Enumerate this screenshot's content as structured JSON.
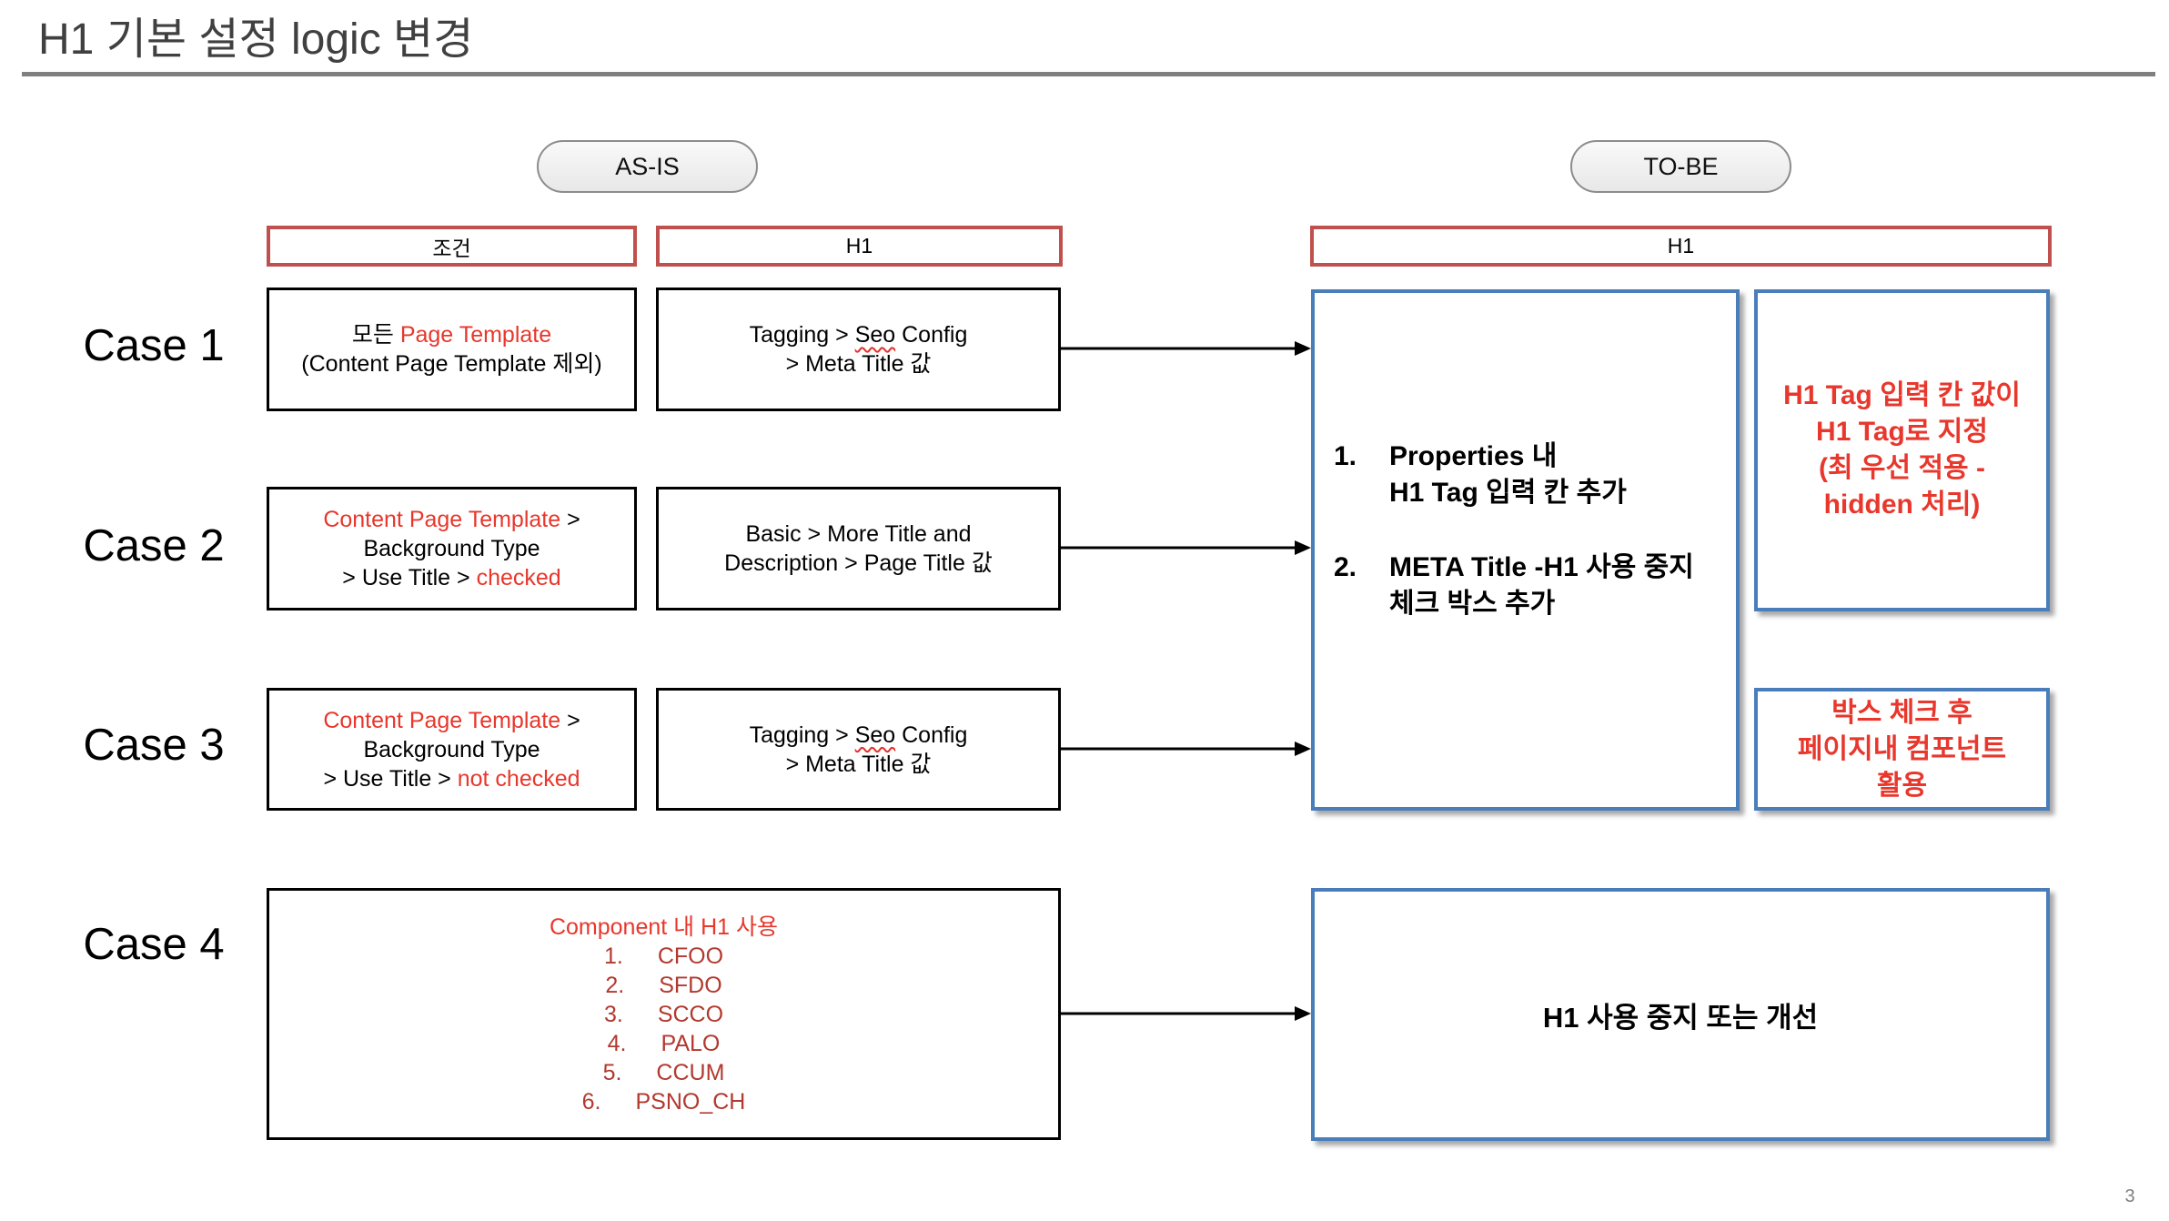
{
  "slide": {
    "title": "H1 기본 설정 logic 변경",
    "page_number": "3"
  },
  "colors": {
    "title_text": "#404040",
    "title_rule": "#7f7f7f",
    "header_border": "#c0504d",
    "emphasis_red": "#e8372c",
    "component_list_red": "#b2392f",
    "to_be_box_border": "#4a7ebb",
    "as_is_box_border": "#000000"
  },
  "as_is": {
    "label": "AS-IS",
    "header_condition": "조건",
    "header_h1": "H1"
  },
  "to_be": {
    "label": "TO-BE",
    "header_h1": "H1",
    "steps": [
      {
        "num": "1.",
        "lines": [
          "Properties 내",
          "H1 Tag 입력 칸 추가"
        ]
      },
      {
        "num": "2.",
        "lines": [
          "META Title -H1 사용 중지",
          "체크 박스 추가"
        ]
      }
    ],
    "note_properties": [
      "H1 Tag 입력 칸 값이",
      "H1 Tag로 지정",
      "(최 우선 적용 -",
      "hidden 처리)"
    ],
    "note_checkbox": [
      "박스 체크 후",
      "페이지내 컴포넌트",
      "활용"
    ],
    "case4_result": "H1 사용 중지 또는 개선"
  },
  "cases": [
    {
      "label": "Case 1",
      "condition": [
        [
          {
            "text": "모든 ",
            "emphasis": false
          },
          {
            "text": "Page Template",
            "emphasis": true
          }
        ],
        [
          {
            "text": "(Content Page Template 제외)",
            "emphasis": false
          }
        ]
      ],
      "h1_source": [
        [
          {
            "text": "Tagging > "
          },
          {
            "text": "Seo",
            "spellcheck_flag": true
          },
          {
            "text": " Config"
          }
        ],
        [
          {
            "text": "> Meta Title 값"
          }
        ]
      ]
    },
    {
      "label": "Case 2",
      "condition": [
        [
          {
            "text": "Content Page Template",
            "emphasis": true
          },
          {
            "text": " >",
            "emphasis": false
          }
        ],
        [
          {
            "text": "Background Type",
            "emphasis": false
          }
        ],
        [
          {
            "text": "> Use Title > ",
            "emphasis": false
          },
          {
            "text": "checked",
            "emphasis": true
          }
        ]
      ],
      "h1_source": [
        [
          {
            "text": "Basic > More Title and"
          }
        ],
        [
          {
            "text": "Description > Page Title 값"
          }
        ]
      ]
    },
    {
      "label": "Case 3",
      "condition": [
        [
          {
            "text": "Content Page Template",
            "emphasis": true
          },
          {
            "text": " >",
            "emphasis": false
          }
        ],
        [
          {
            "text": "Background Type",
            "emphasis": false
          }
        ],
        [
          {
            "text": "> Use Title > ",
            "emphasis": false
          },
          {
            "text": "not checked",
            "emphasis": true
          }
        ]
      ],
      "h1_source": [
        [
          {
            "text": "Tagging > "
          },
          {
            "text": "Seo",
            "spellcheck_flag": true
          },
          {
            "text": " Config"
          }
        ],
        [
          {
            "text": "> Meta Title 값"
          }
        ]
      ]
    },
    {
      "label": "Case 4",
      "components": {
        "title": "Component 내 H1 사용",
        "items": [
          {
            "num": "1.",
            "name": "CFOO"
          },
          {
            "num": "2.",
            "name": "SFDO"
          },
          {
            "num": "3.",
            "name": "SCCO"
          },
          {
            "num": "4.",
            "name": "PALO"
          },
          {
            "num": "5.",
            "name": "CCUM"
          },
          {
            "num": "6.",
            "name": "PSNO_CH"
          }
        ]
      }
    }
  ]
}
